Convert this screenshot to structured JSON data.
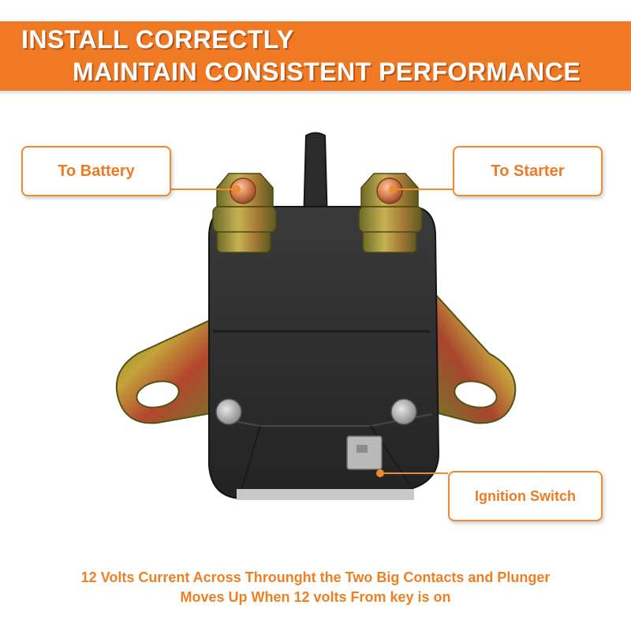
{
  "banner": {
    "line1": "INSTALL CORRECTLY",
    "line2": "MAINTAIN CONSISTENT PERFORMANCE"
  },
  "callouts": {
    "battery": "To Battery",
    "starter": "To Starter",
    "ignition": "Ignition Switch"
  },
  "caption": {
    "line1": "12 Volts Current Across Throunght the Two Big Contacts and Plunger",
    "line2": "Moves Up When 12 volts From key is on"
  },
  "colors": {
    "accent": "#ef7a23",
    "housing": "#2f2f30",
    "bracket": "#9a8a2a",
    "copper": "#d98252"
  }
}
